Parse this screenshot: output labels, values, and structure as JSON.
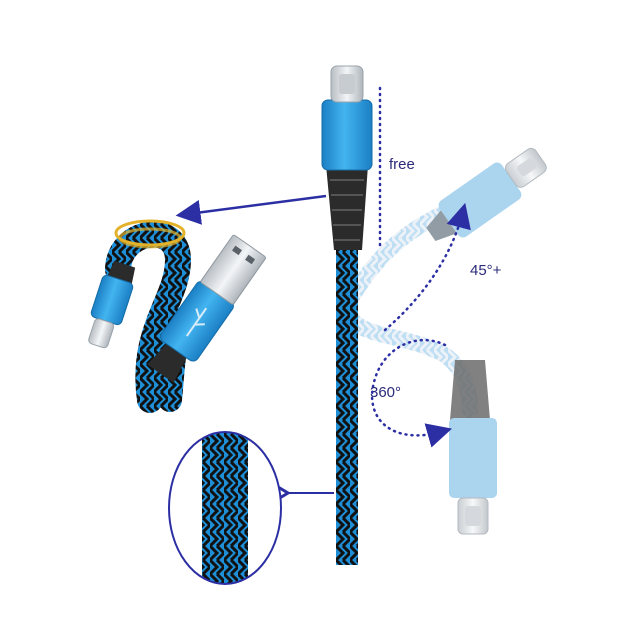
{
  "annotations": {
    "free": "free",
    "angle_45": "45°+",
    "angle_360": "360°"
  },
  "colors": {
    "braid_blue": "#1e8fd6",
    "braid_dark": "#1a1a1a",
    "housing_blue": "#2aa0e6",
    "connector_metal": "#d9dde1",
    "arrow_navy": "#2c2fa3",
    "ghost_blue": "#8fc6ea"
  },
  "icons": [
    "usb-c-plug-icon",
    "usb-a-plug-icon",
    "usb-trident-icon",
    "arrow-right-icon"
  ]
}
